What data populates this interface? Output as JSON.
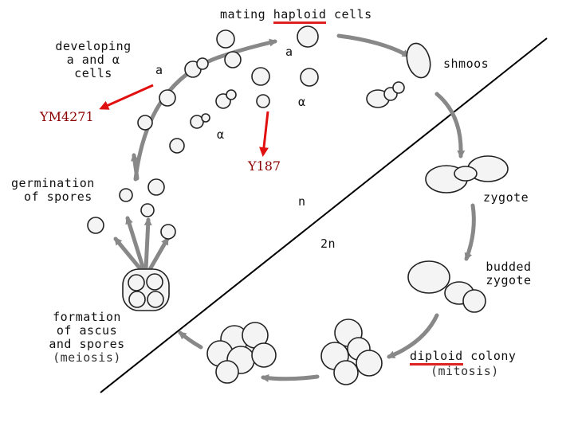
{
  "labels": {
    "mating_prefix": "mating",
    "mating_haploid": "haploid",
    "mating_suffix": "cells",
    "developing": [
      "developing",
      "a and α",
      "cells"
    ],
    "a_top": "a",
    "a_left": "a",
    "alpha_right": "α",
    "alpha_left": "α",
    "shmoos": "shmoos",
    "ym4271": "YM4271",
    "y187": "Y187",
    "germination": [
      "germination",
      "of spores"
    ],
    "n": "n",
    "two_n": "2n",
    "zygote": "zygote",
    "budded_zygote": [
      "budded",
      "zygote"
    ],
    "formation": [
      "formation",
      "of ascus",
      "and spores",
      "(meiosis)"
    ],
    "diploid": "diploid",
    "colony": "colony",
    "mitosis": "(mitosis)"
  },
  "colors": {
    "annotation_arrow": "#e01010",
    "annotation_text": "#8b0000",
    "underline": "#d22222",
    "cycle_arrow": "#888888",
    "cell_fill": "#f4f4f4",
    "cell_outline": "#222222"
  }
}
